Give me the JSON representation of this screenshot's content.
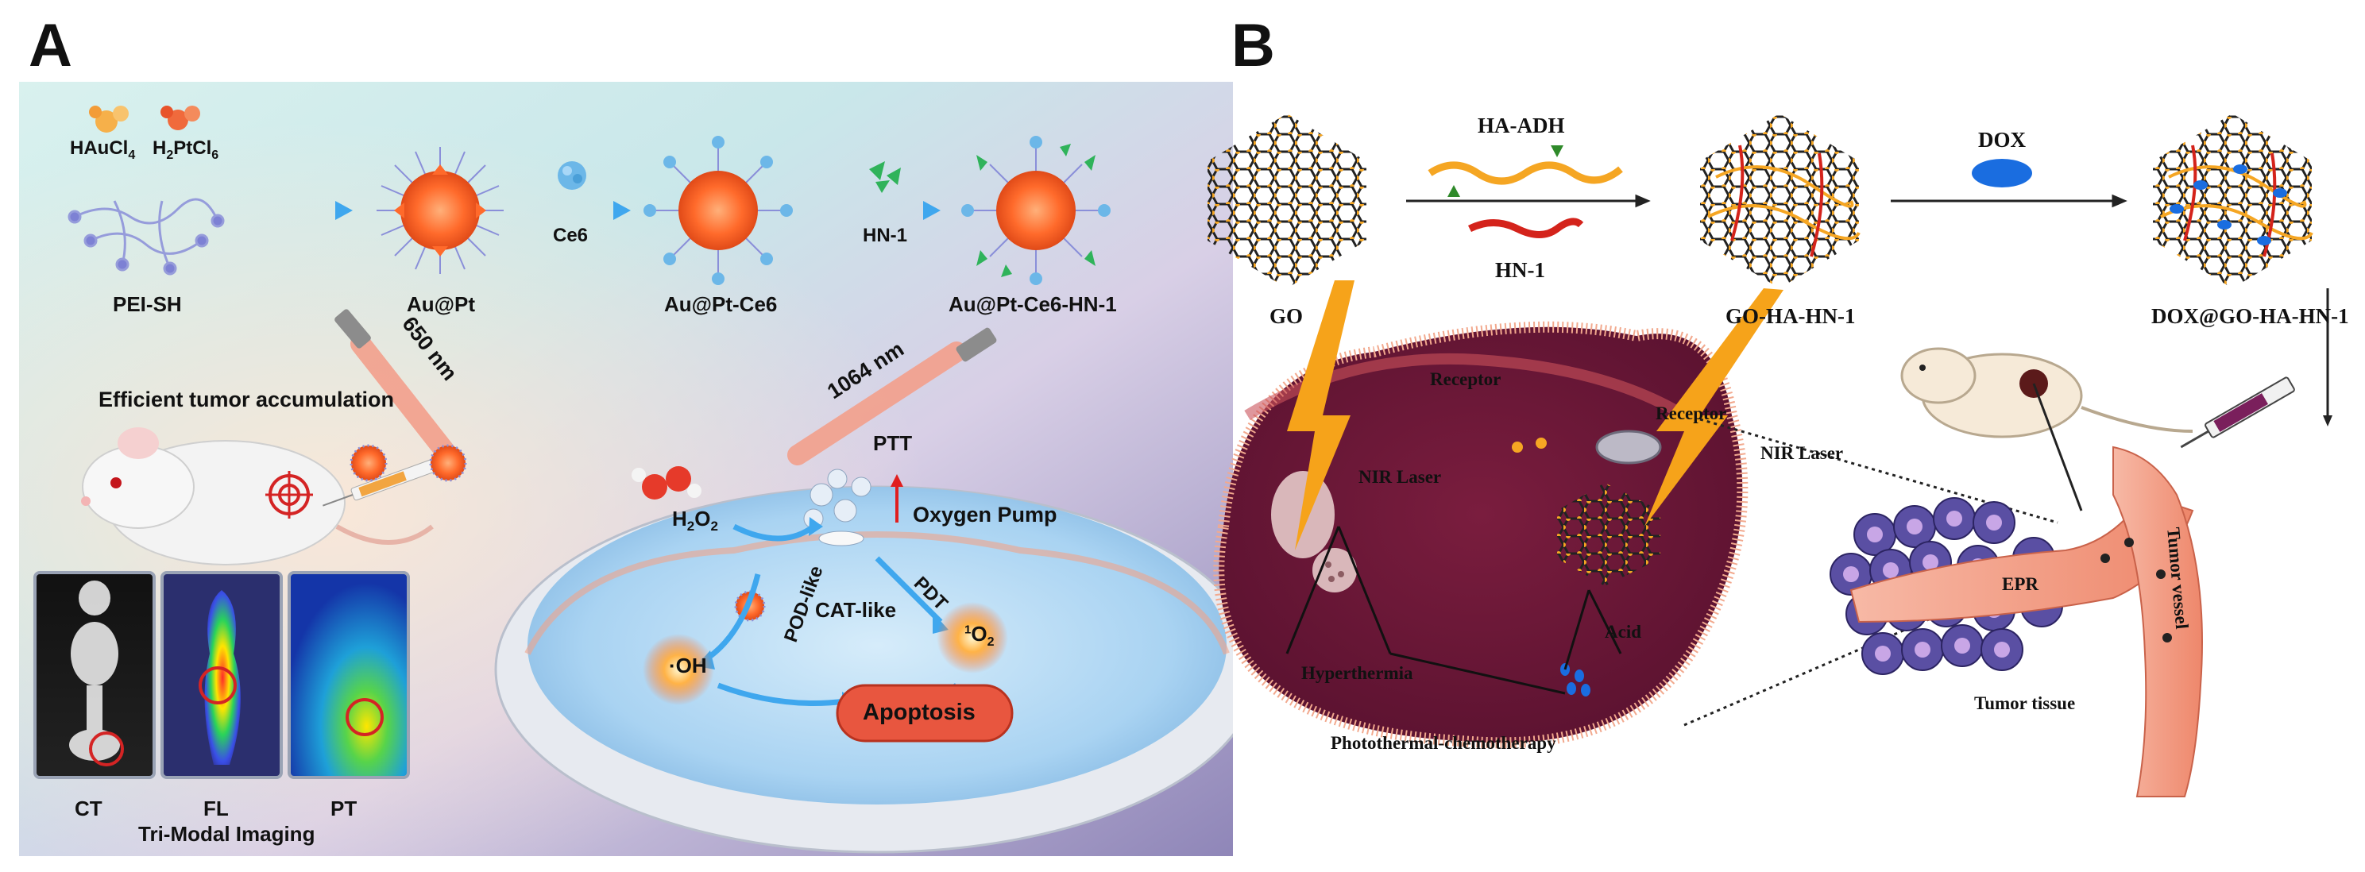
{
  "panels": {
    "a": {
      "letter": "A",
      "reagents": {
        "hau": "HAuCl",
        "hau_sub": "4",
        "hpt": "H",
        "hpt_sub": "2",
        "hpt_rest": "PtCl",
        "hpt_sub2": "6"
      },
      "stages": [
        "PEI-SH",
        "Au@Pt",
        "Au@Pt-Ce6",
        "Au@Pt-Ce6-HN-1"
      ],
      "arrow_labels": [
        "Ce6",
        "HN-1"
      ],
      "accumulation": "Efficient tumor accumulation",
      "lasers": [
        "650 nm",
        "1064 nm"
      ],
      "h2o2": {
        "main": "H",
        "sub": "2",
        "mid": "O",
        "sub2": "2"
      },
      "mechanism": {
        "ptt": "PTT",
        "oxygen_pump": "Oxygen Pump",
        "pod": "POD-like",
        "cat": "CAT-like",
        "pdt": "PDT",
        "oh": "·OH",
        "singlet_sup": "1",
        "singlet": "O",
        "singlet_sub": "2",
        "apoptosis": "Apoptosis"
      },
      "imaging": {
        "modes": [
          "CT",
          "FL",
          "PT"
        ],
        "title": "Tri-Modal Imaging"
      }
    },
    "b": {
      "letter": "B",
      "materials": [
        "GO",
        "HN-1",
        "GO-HA-HN-1",
        "DOX@GO-HA-HN-1"
      ],
      "reagents": [
        "HA-ADH",
        "DOX"
      ],
      "cell": {
        "receptor1": "Receptor",
        "receptor2": "Receptor",
        "nir1": "NIR Laser",
        "nir2": "NIR Laser",
        "acid": "Acid",
        "hyperthermia": "Hyperthermia",
        "therapy": "Photothermal-chemotherapy"
      },
      "tumor": {
        "epr": "EPR",
        "vessel": "Tumor vessel",
        "tissue": "Tumor tissue"
      }
    }
  },
  "colors": {
    "gold": "#f5a623",
    "orange_core": "#ff6a2b",
    "cell_fill": "#6b1634",
    "membrane": "#f2a98e",
    "arrow_blue": "#3fa7ee",
    "tumor_purple": "#5a4fa3",
    "vessel": "#f0957a"
  }
}
